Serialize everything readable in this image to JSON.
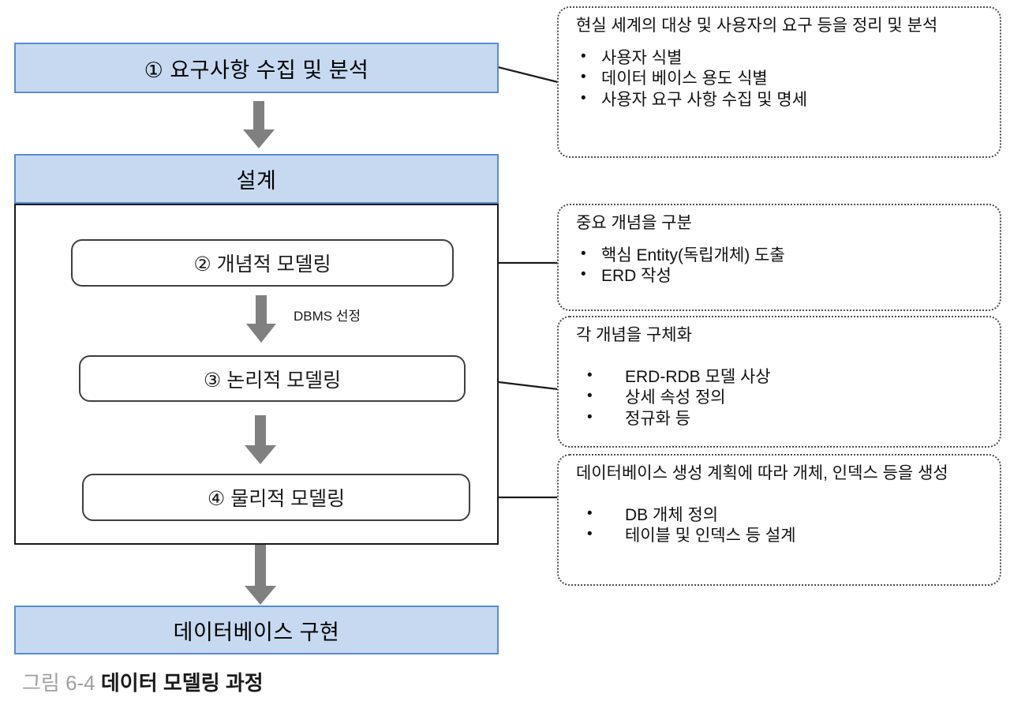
{
  "figure": {
    "caption_number": "그림 6-4",
    "caption_title": "데이터 모델링 과정"
  },
  "colors": {
    "stage_fill": "#c6d9f1",
    "stage_border": "#5b8bd0",
    "arrow_gray": "#808080",
    "container_border": "#1a1a1a",
    "callout_border": "#4d4d4d",
    "caption_number_color": "#a0a0a0"
  },
  "flow": {
    "stages": [
      {
        "id": "requirements",
        "label": "① 요구사항 수집 및 분석"
      },
      {
        "id": "design",
        "label": "설계"
      },
      {
        "id": "implementation",
        "label": "데이터베이스 구현"
      }
    ],
    "steps": [
      {
        "id": "conceptual",
        "label": "② 개념적 모델링"
      },
      {
        "id": "logical",
        "label": "③ 논리적 모델링"
      },
      {
        "id": "physical",
        "label": "④ 물리적 모델링"
      }
    ],
    "arrow_label": "DBMS 선정",
    "arrow_icon": "down-block-arrow-icon"
  },
  "callouts": [
    {
      "id": "requirements",
      "heading": "현실 세계의 대상 및 사용자의 요구 등을 정리 및 분석",
      "items": [
        "사용자 식별",
        "데이터 베이스 용도 식별",
        "사용자 요구 사항 수집 및 명세"
      ],
      "bullet": "•"
    },
    {
      "id": "conceptual",
      "heading": "중요 개념을 구분",
      "items": [
        "핵심 Entity(독립개체) 도출",
        "ERD 작성"
      ],
      "bullet": "•"
    },
    {
      "id": "logical",
      "heading": "각 개념을 구체화",
      "items": [
        "ERD-RDB 모델 사상",
        "상세 속성 정의",
        "정규화 등"
      ],
      "bullet": "•"
    },
    {
      "id": "physical",
      "heading": "데이터베이스 생성 계획에 따라 개체, 인덱스 등을 생성",
      "items": [
        "DB 개체 정의",
        "테이블 및 인덱스 등 설계"
      ],
      "bullet": "•"
    }
  ]
}
